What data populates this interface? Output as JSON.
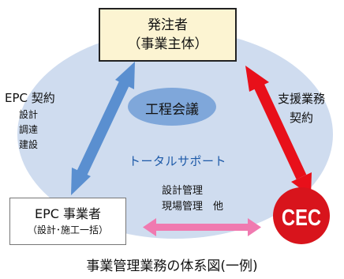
{
  "diagram": {
    "orderer_box": {
      "line1": "発注者",
      "line2": "（事業主体）"
    },
    "epc_box": {
      "line1": "EPC 事業者",
      "line2": "（設計･施工一括）"
    },
    "epc_contract": {
      "title": "EPC 契約",
      "items": [
        "設計",
        "調達",
        "建設"
      ]
    },
    "support_contract": {
      "line1": "支援業務",
      "line2": "契約"
    },
    "meeting_label": "工程会議",
    "total_support_label": "トータルサポート",
    "management": {
      "line1": "設計管理",
      "line2": "現場管理　他"
    },
    "cec_logo": {
      "text": "CEC"
    },
    "caption": "事業管理業務の体系図(一例)",
    "colors": {
      "ellipse_fill": "#cfdcef",
      "meeting_fill": "#7fa7da",
      "blue_arrow": "#5a8fd0",
      "red_arrow": "#e8101a",
      "pink_arrow": "#f07ab0",
      "cec_red": "#d8141c",
      "total_text": "#1e5aa8",
      "orderer_fill": "#fcf4d2"
    }
  }
}
